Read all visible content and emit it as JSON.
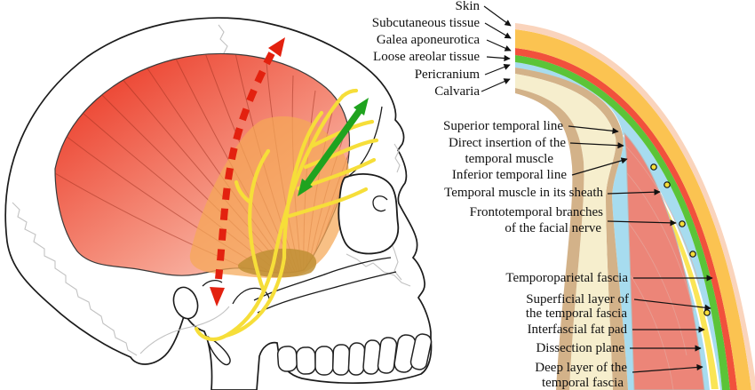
{
  "figure": {
    "type": "anatomical-diagram",
    "subject": "Scalp and temporal region layers with temporalis muscle and facial nerve branches"
  },
  "labels": {
    "top": [
      "Skin",
      "Subcutaneous tissue",
      "Galea aponeurotica",
      "Loose areolar tissue",
      "Pericranium",
      "Calvaria"
    ],
    "middle": [
      "Superior temporal line",
      "Direct insertion of the",
      "temporal muscle",
      "Inferior temporal line",
      "Temporal muscle in its sheath",
      "Frontotemporal branches",
      "of the facial nerve"
    ],
    "bottom": [
      "Temporoparietal fascia",
      "Superficial layer of",
      "the temporal fascia",
      "Interfascial fat pad",
      "Dissection plane",
      "Deep layer of the",
      "temporal fascia"
    ]
  },
  "colors": {
    "skin": "#FAD4BC",
    "subcutaneous": "#FBC351",
    "galea_red": "#F1513C",
    "loose_green": "#5BC438",
    "pericranium_blue": "#A7DCEF",
    "bone_tan": "#D3B289",
    "bone_cream": "#F6EECD",
    "muscle_salmon": "#EC8578",
    "fat_yellow": "#FAE556",
    "nerve_yellow": "#F6DE39",
    "arrow_red": "#E3210F",
    "arrow_green": "#1FA31F",
    "overlay_orange": "#F5A756",
    "overlay_gold": "#C08F35"
  }
}
